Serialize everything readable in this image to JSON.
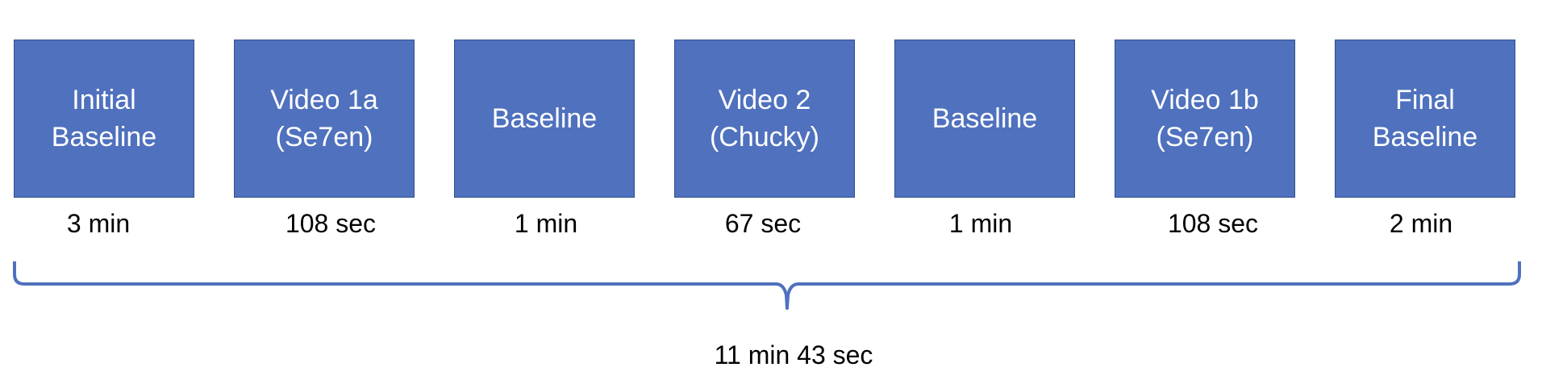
{
  "blocks": [
    {
      "label": "Initial\nBaseline",
      "duration": "3 min"
    },
    {
      "label": "Video 1a\n(Se7en)",
      "duration": "108 sec"
    },
    {
      "label": "Baseline",
      "duration": "1 min"
    },
    {
      "label": "Video 2\n(Chucky)",
      "duration": "67 sec"
    },
    {
      "label": "Baseline",
      "duration": "1 min"
    },
    {
      "label": "Video 1b\n(Se7en)",
      "duration": "108 sec"
    },
    {
      "label": "Final\nBaseline",
      "duration": "2 min"
    }
  ],
  "total": "11 min 43 sec",
  "colors": {
    "block_fill": "#4F71BE",
    "block_border": "#2F4F8F",
    "brace": "#4F71BE",
    "text_on_block": "#FFFFFF",
    "text": "#000000"
  }
}
